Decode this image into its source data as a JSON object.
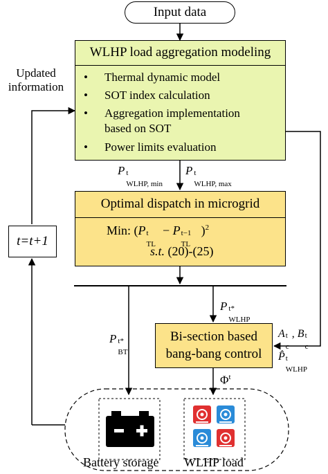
{
  "nodes": {
    "input": "Input data",
    "aggregation": {
      "title": "WLHP load aggregation modeling",
      "bullets": [
        "Thermal dynamic model",
        "SOT index calculation",
        "Aggregation implementation",
        "Power limits evaluation"
      ],
      "bullet_continuation": "based on SOT"
    },
    "dispatch": {
      "title": "Optimal dispatch in microgrid",
      "objective_prefix": "Min:",
      "constraint": "(20)-(25)",
      "constraint_prefix": "s.t."
    },
    "update": "t=t+1",
    "bangbang": [
      "Bi-section based",
      "bang-bang control"
    ],
    "battery": "Battery storage",
    "wlhp_load": "WLHP load"
  },
  "labels": {
    "updated_info": [
      "Updated",
      "information"
    ],
    "p_min_sub": "WLHP, min",
    "p_max_sub": "WLHP, max",
    "p_wlhp_star_sub": "WLHP",
    "p_bt_sub": "BT",
    "ac_sub": "c",
    "bc_sub": "c",
    "phat_sub": "WLHP",
    "phi": "Φ",
    "tl_sub": "TL",
    "t_sup": "t",
    "t_minus_sup": "t−1",
    "star_sup": "t*",
    "square": "2"
  },
  "colors": {
    "aggregation_fill": "#eaf5b0",
    "dispatch_fill": "#fce38a",
    "battery_icon": "#000000",
    "wlhp_icon_red": "#e03030",
    "wlhp_icon_blue": "#2a8bd8"
  }
}
